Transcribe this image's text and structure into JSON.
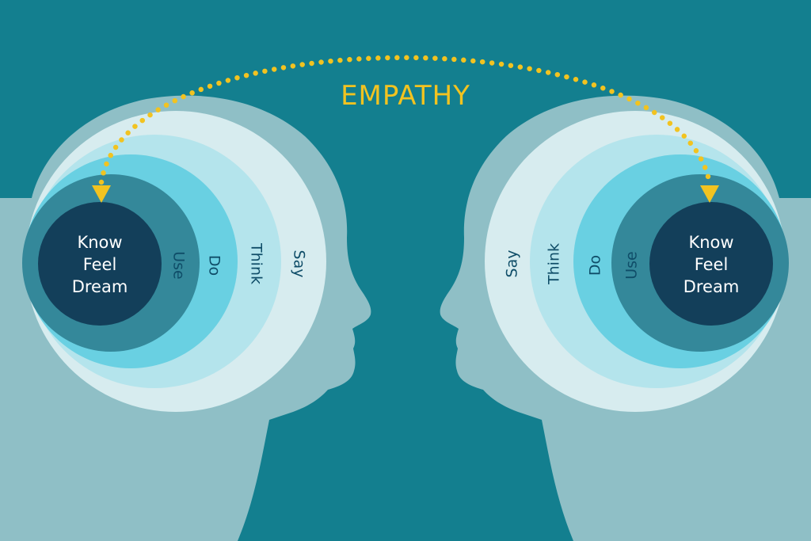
{
  "title": "EMPATHY",
  "colors": {
    "background": "#137f8f",
    "silhouette": "#8fbfc6",
    "ring_say": "#d7ecef",
    "ring_think": "#b4e4ec",
    "ring_do": "#69d0e2",
    "ring_use": "#34889a",
    "core": "#133f5a",
    "arrow": "#f2c320",
    "title": "#f2c320"
  },
  "left_head": {
    "core": [
      "Know",
      "Feel",
      "Dream"
    ],
    "rings": [
      "Use",
      "Do",
      "Think",
      "Say"
    ]
  },
  "right_head": {
    "core": [
      "Know",
      "Feel",
      "Dream"
    ],
    "rings": [
      "Say",
      "Think",
      "Do",
      "Use"
    ]
  }
}
